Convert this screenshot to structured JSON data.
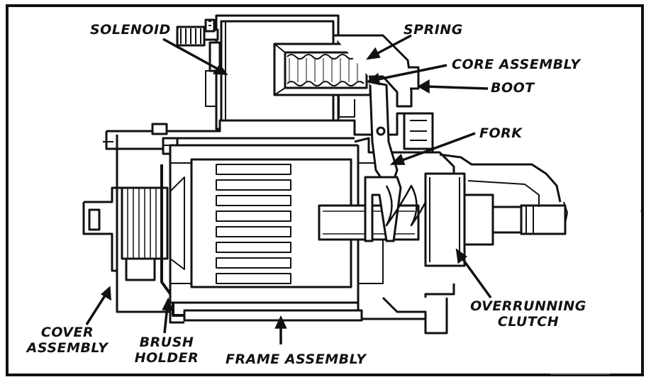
{
  "diagram": {
    "labels": {
      "solenoid": "SOLENOID",
      "spring": "SPRING",
      "core_assembly": "CORE ASSEMBLY",
      "boot": "BOOT",
      "fork": "FORK",
      "overrunning_clutch_line1": "OVERRUNNING",
      "overrunning_clutch_line2": "CLUTCH",
      "cover_assembly_line1": "COVER",
      "cover_assembly_line2": "ASSEMBLY",
      "brush_holder_line1": "BRUSH",
      "brush_holder_line2": "HOLDER",
      "frame_assembly": "FRAME ASSEMBLY"
    }
  }
}
